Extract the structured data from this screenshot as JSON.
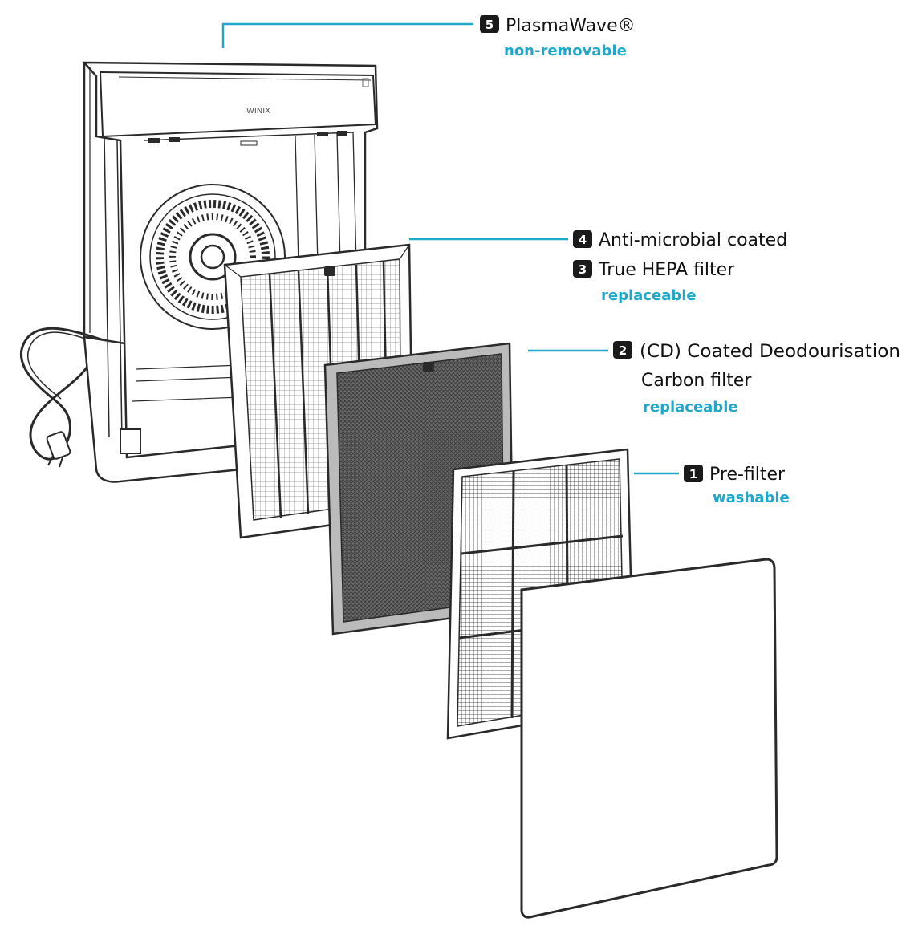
{
  "colors": {
    "accent": "#1fa8c9",
    "line": "#2a2a2a",
    "badge": "#1a1a1a"
  },
  "components": [
    {
      "id": "plasmawave",
      "number": "5",
      "label": "PlasmaWave®",
      "status": "non-removable"
    },
    {
      "id": "antimicrobial",
      "number": "4",
      "label": "Anti-microbial coated"
    },
    {
      "id": "hepa",
      "number": "3",
      "label": "True HEPA filter",
      "status": "replaceable"
    },
    {
      "id": "carbon",
      "number": "2",
      "label": "(CD) Coated Deodourisation",
      "label_line2": "Carbon filter",
      "status": "replaceable"
    },
    {
      "id": "prefilter",
      "number": "1",
      "label": "Pre-filter",
      "status": "washable"
    }
  ],
  "device": {
    "brand": "WINIX"
  }
}
